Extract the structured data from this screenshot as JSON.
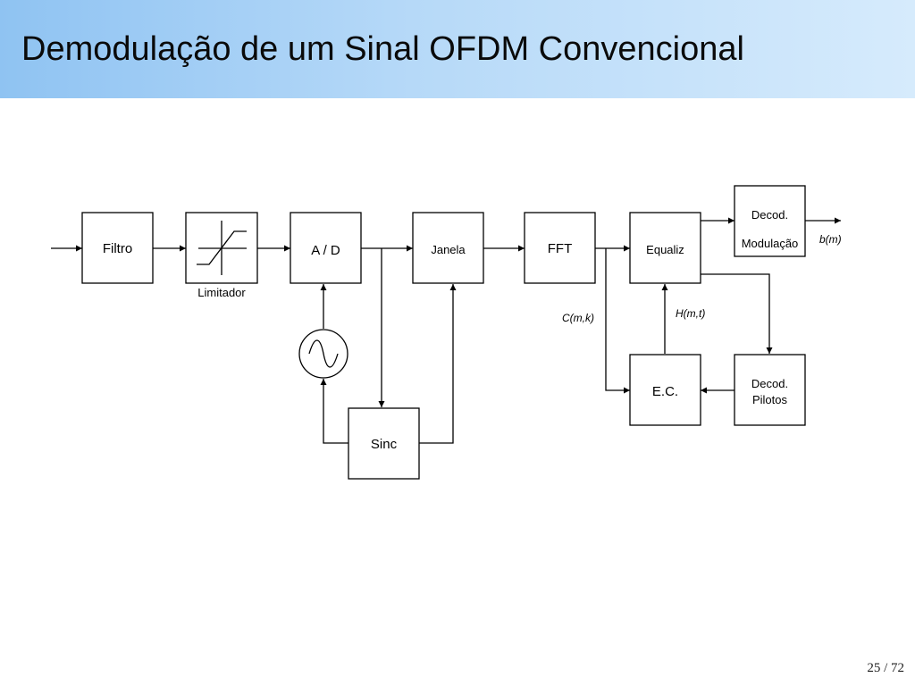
{
  "slide": {
    "title": "Demodulação de um Sinal OFDM Convencional",
    "page_number": "25 / 72"
  },
  "diagram": {
    "blocks": {
      "filtro": "Filtro",
      "limitador": "Limitador",
      "ad": "A / D",
      "janela": "Janela",
      "fft": "FFT",
      "equaliz": "Equaliz",
      "decod_mod_line1": "Decod.",
      "decod_mod_line2": "Modulação",
      "ec": "E.C.",
      "decod_pil_line1": "Decod.",
      "decod_pil_line2": "Pilotos",
      "sinc": "Sinc"
    },
    "signals": {
      "b": "b(m)",
      "c": "C(m,k)",
      "h": "H(m,t)"
    },
    "icons": {
      "oscillator": "sine-wave-icon",
      "limiter": "limiter-transfer-icon"
    }
  }
}
